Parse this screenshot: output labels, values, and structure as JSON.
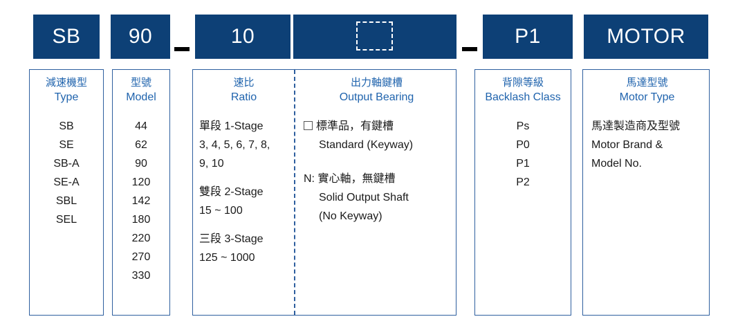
{
  "code_row": {
    "segments": [
      {
        "id": "type",
        "value": "SB"
      },
      {
        "id": "model",
        "value": "90"
      },
      {
        "id": "ratio",
        "value": "10"
      },
      {
        "id": "output-bearing",
        "value": ""
      },
      {
        "id": "backlash-class",
        "value": "P1"
      },
      {
        "id": "motor-type",
        "value": "MOTOR"
      }
    ],
    "separator": "–",
    "placeholder_icon": "dashed-square-placeholder"
  },
  "columns": [
    {
      "id": "type",
      "head_cn": "減速機型",
      "head_en": "Type",
      "items": [
        "SB",
        "SE",
        "SB-A",
        "SE-A",
        "SBL",
        "SEL"
      ]
    },
    {
      "id": "model",
      "head_cn": "型號",
      "head_en": "Model",
      "items": [
        "44",
        "62",
        "90",
        "120",
        "142",
        "180",
        "220",
        "270",
        "330"
      ]
    },
    {
      "id": "ratio",
      "head_cn": "速比",
      "head_en": "Ratio",
      "groups": [
        {
          "title": "單段 1-Stage",
          "lines": [
            "3, 4, 5, 6, 7, 8,",
            "9, 10"
          ]
        },
        {
          "title": "雙段 2-Stage",
          "lines": [
            "15 ~ 100"
          ]
        },
        {
          "title": "三段 3-Stage",
          "lines": [
            "125 ~ 1000"
          ]
        }
      ]
    },
    {
      "id": "output-bearing",
      "head_cn": "出力軸鍵槽",
      "head_en": "Output Bearing",
      "options": [
        {
          "marker": "box",
          "label_cn": "標準品，有鍵槽",
          "lines": [
            "Standard (Keyway)"
          ]
        },
        {
          "marker": "N:",
          "label_cn": "實心軸，無鍵槽",
          "lines": [
            "Solid Output Shaft",
            "(No Keyway)"
          ]
        }
      ]
    },
    {
      "id": "backlash-class",
      "head_cn": "背隙等級",
      "head_en": "Backlash Class",
      "items": [
        "Ps",
        "P0",
        "P1",
        "P2"
      ]
    },
    {
      "id": "motor-type",
      "head_cn": "馬達型號",
      "head_en": "Motor Type",
      "lines": [
        "馬達製造商及型號",
        "Motor Brand &",
        "Model No."
      ]
    }
  ],
  "colors": {
    "code_fill": "#0d4076",
    "code_text": "#ffffff",
    "border": "#2d5e9e",
    "heading_text": "#1f63ad",
    "body_text": "#1a1a1a",
    "separator": "#000000"
  }
}
